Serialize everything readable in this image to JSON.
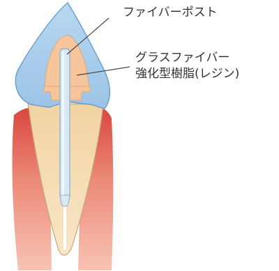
{
  "labels": {
    "fiber_post": "ファイバーポスト",
    "glass_fiber_line1": "グラスファイバー",
    "glass_fiber_line2": "強化型樹脂(レジン)"
  },
  "colors": {
    "crown_fill": "#a9cdea",
    "crown_stroke": "#6a9ccc",
    "core_fill": "#f6c59c",
    "root_fill": "#f5dfb4",
    "root_stroke": "#c9a878",
    "gum_top": "#e36a5a",
    "gum_bottom": "#f7b8a7",
    "post_fill": "#d9e8f5",
    "post_stroke": "#8aaccc",
    "leader_line": "#444444",
    "canal": "#ffffff"
  }
}
